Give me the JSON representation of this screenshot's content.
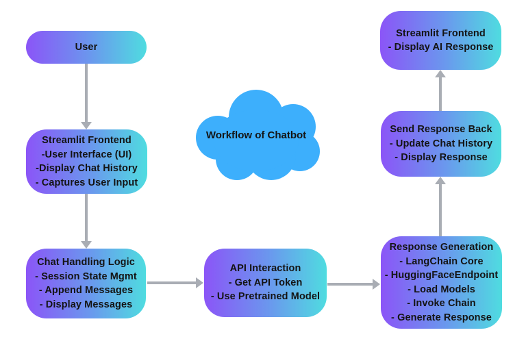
{
  "cloud_label": "Workflow of Chatbot",
  "colors": {
    "box_gradient_start": "#8b55f7",
    "box_gradient_mid": "#6b96ee",
    "box_gradient_end": "#4fdce0",
    "cloud": "#3daffc",
    "arrow": "#a9adb4",
    "text": "#141414",
    "background": "#ffffff"
  },
  "nodes": [
    {
      "id": "user",
      "title": "User",
      "lines": []
    },
    {
      "id": "streamlit-frontend",
      "title": "Streamlit Frontend",
      "lines": [
        "-User Interface (UI)",
        "-Display Chat History",
        "- Captures User Input"
      ]
    },
    {
      "id": "chat-handling-logic",
      "title": "Chat Handling Logic",
      "lines": [
        "- Session State Mgmt",
        "- Append Messages",
        "- Display Messages"
      ]
    },
    {
      "id": "api-interaction",
      "title": "API Interaction",
      "lines": [
        "- Get API Token",
        "- Use Pretrained Model"
      ]
    },
    {
      "id": "response-generation",
      "title": "Response Generation",
      "lines": [
        "- LangChain Core",
        "- HuggingFaceEndpoint",
        "- Load Models",
        "- Invoke Chain",
        "- Generate Response"
      ]
    },
    {
      "id": "send-response-back",
      "title": "Send Response Back",
      "lines": [
        "- Update Chat History",
        "- Display Response"
      ]
    },
    {
      "id": "streamlit-frontend-display",
      "title": "Streamlit Frontend",
      "lines": [
        "- Display AI Response"
      ]
    }
  ]
}
